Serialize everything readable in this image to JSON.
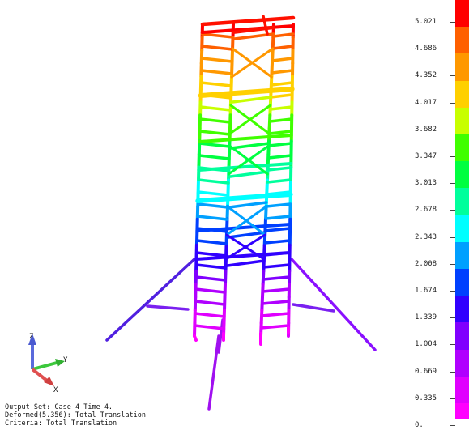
{
  "legend": {
    "values": [
      "5.021",
      "4.686",
      "4.352",
      "4.017",
      "3.682",
      "3.347",
      "3.013",
      "2.678",
      "2.343",
      "2.008",
      "1.674",
      "1.339",
      "1.004",
      "0.669",
      "0.335",
      "0."
    ],
    "colors": [
      "#ff0000",
      "#ff6000",
      "#ff9800",
      "#ffd000",
      "#c8ff00",
      "#40ff00",
      "#00ff40",
      "#00ff9c",
      "#00ffff",
      "#00a0ff",
      "#0040ff",
      "#3000ff",
      "#8000ff",
      "#b000ff",
      "#e000ff",
      "#ff00ff"
    ]
  },
  "axes": {
    "z_label": "Z",
    "y_label": "Y",
    "x_label": "X"
  },
  "info": {
    "line1": "Output Set: Case 4 Time 4.",
    "line2": "Deformed(5.356): Total Translation",
    "line3": "Criteria: Total Translation"
  }
}
